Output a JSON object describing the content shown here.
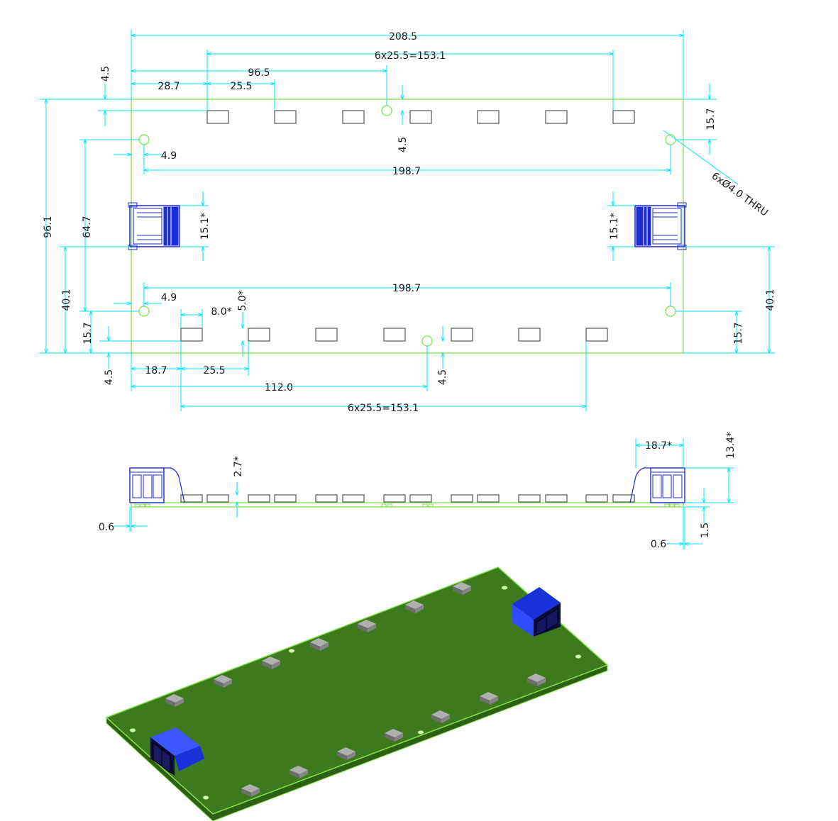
{
  "colors": {
    "dimension": "#00e5ff",
    "board_outline": "#7fe34a",
    "connector": "#1b2bd6",
    "pad": "#555555",
    "board_green": "#3d7a1e",
    "board_edge": "#7fe34a",
    "chip": "#8a8a8a",
    "connector_3d": "#1632d8"
  },
  "top_view": {
    "labels": {
      "overall_width": "208.5",
      "top_pitch": "6x25.5=153.1",
      "top_first_pad": "96.5",
      "top_left_offset": "28.7",
      "top_pitch_single": "25.5",
      "top_edge_margin": "4.5",
      "top_hole_offset": "4.5",
      "top_right_height": "15.7",
      "hole_inset_top": "4.9",
      "hole_span_top": "198.7",
      "hole_callout": "6xØ4.0  THRU",
      "overall_height": "96.1",
      "hole_row_height": "64.7",
      "left_connector_height": "15.1*",
      "right_connector_height": "15.1*",
      "hole_span_bottom": "198.7",
      "hole_inset_bottom": "4.9",
      "left_connector_offset": "40.1",
      "right_connector_offset": "40.1",
      "pad_width": "8.0*",
      "pad_height": "5.0*",
      "bottom_left_height": "15.7",
      "bottom_right_height": "15.7",
      "bottom_edge_margin": "4.5",
      "bottom_left_offset": "18.7",
      "bottom_pitch_single": "25.5",
      "bottom_center_hole": "112.0",
      "bottom_hole_offset": "4.5",
      "bottom_pitch": "6x25.5=153.1"
    }
  },
  "side_view": {
    "labels": {
      "component_height": "2.7*",
      "connector_length": "18.7*",
      "connector_height": "13.4*",
      "left_overhang": "0.6",
      "right_overhang": "0.6",
      "board_thickness": "1.5"
    }
  },
  "iso_view": {
    "top_row_chips": 7,
    "bottom_row_chips": 7,
    "connectors": 2
  }
}
